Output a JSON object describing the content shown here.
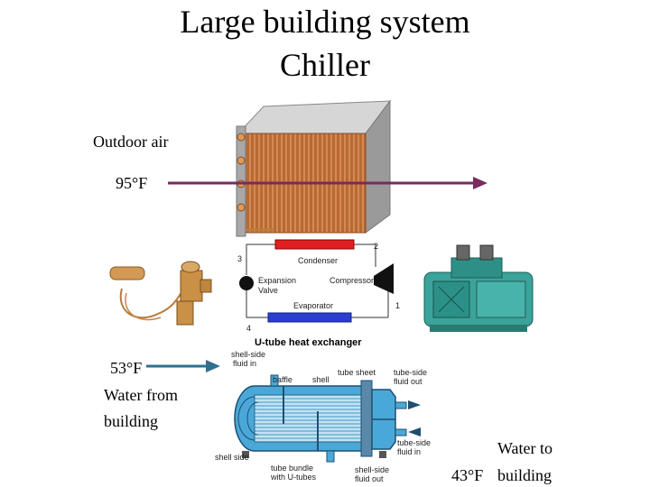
{
  "title": {
    "line1": "Large building system",
    "line2": "Chiller"
  },
  "labels": {
    "outdoor_air": "Outdoor air",
    "temp_95": "95°F",
    "temp_53": "53°F",
    "water_from": "Water from",
    "building_left": "building",
    "water_to": "Water to",
    "temp_43": "43°F",
    "building_right": "building"
  },
  "cycle_diagram": {
    "condenser": "Condenser",
    "compressor": "Compressor",
    "expansion_valve_1": "Expansion",
    "expansion_valve_2": "Valve",
    "evaporator": "Evaporator",
    "caption": "U-tube heat exchanger",
    "state_1": "1",
    "state_2": "2",
    "state_3": "3",
    "state_4": "4"
  },
  "heat_exchanger": {
    "shell_inlet_1": "shell-side",
    "shell_inlet_2": "fluid in",
    "baffle": "baffle",
    "shell": "shell",
    "tube_sheet": "tube sheet",
    "tube_outlet_1": "tube-side",
    "tube_outlet_2": "fluid out",
    "shell_side": "shell side",
    "tube_bundle_1": "tube bundle",
    "tube_bundle_2": "with U-tubes",
    "shell_outlet_1": "shell-side",
    "shell_outlet_2": "fluid out",
    "tube_inlet_1": "tube-side",
    "tube_inlet_2": "fluid in"
  },
  "colors": {
    "air_arrow": "#7a2a5c",
    "water_arrow": "#2f6f8f",
    "copper": "#c0703a",
    "condenser": "#e02020",
    "evaporator": "#2a3fd0",
    "compressor_body": "#3aa39a",
    "hx_blue": "#4aa8d8"
  }
}
